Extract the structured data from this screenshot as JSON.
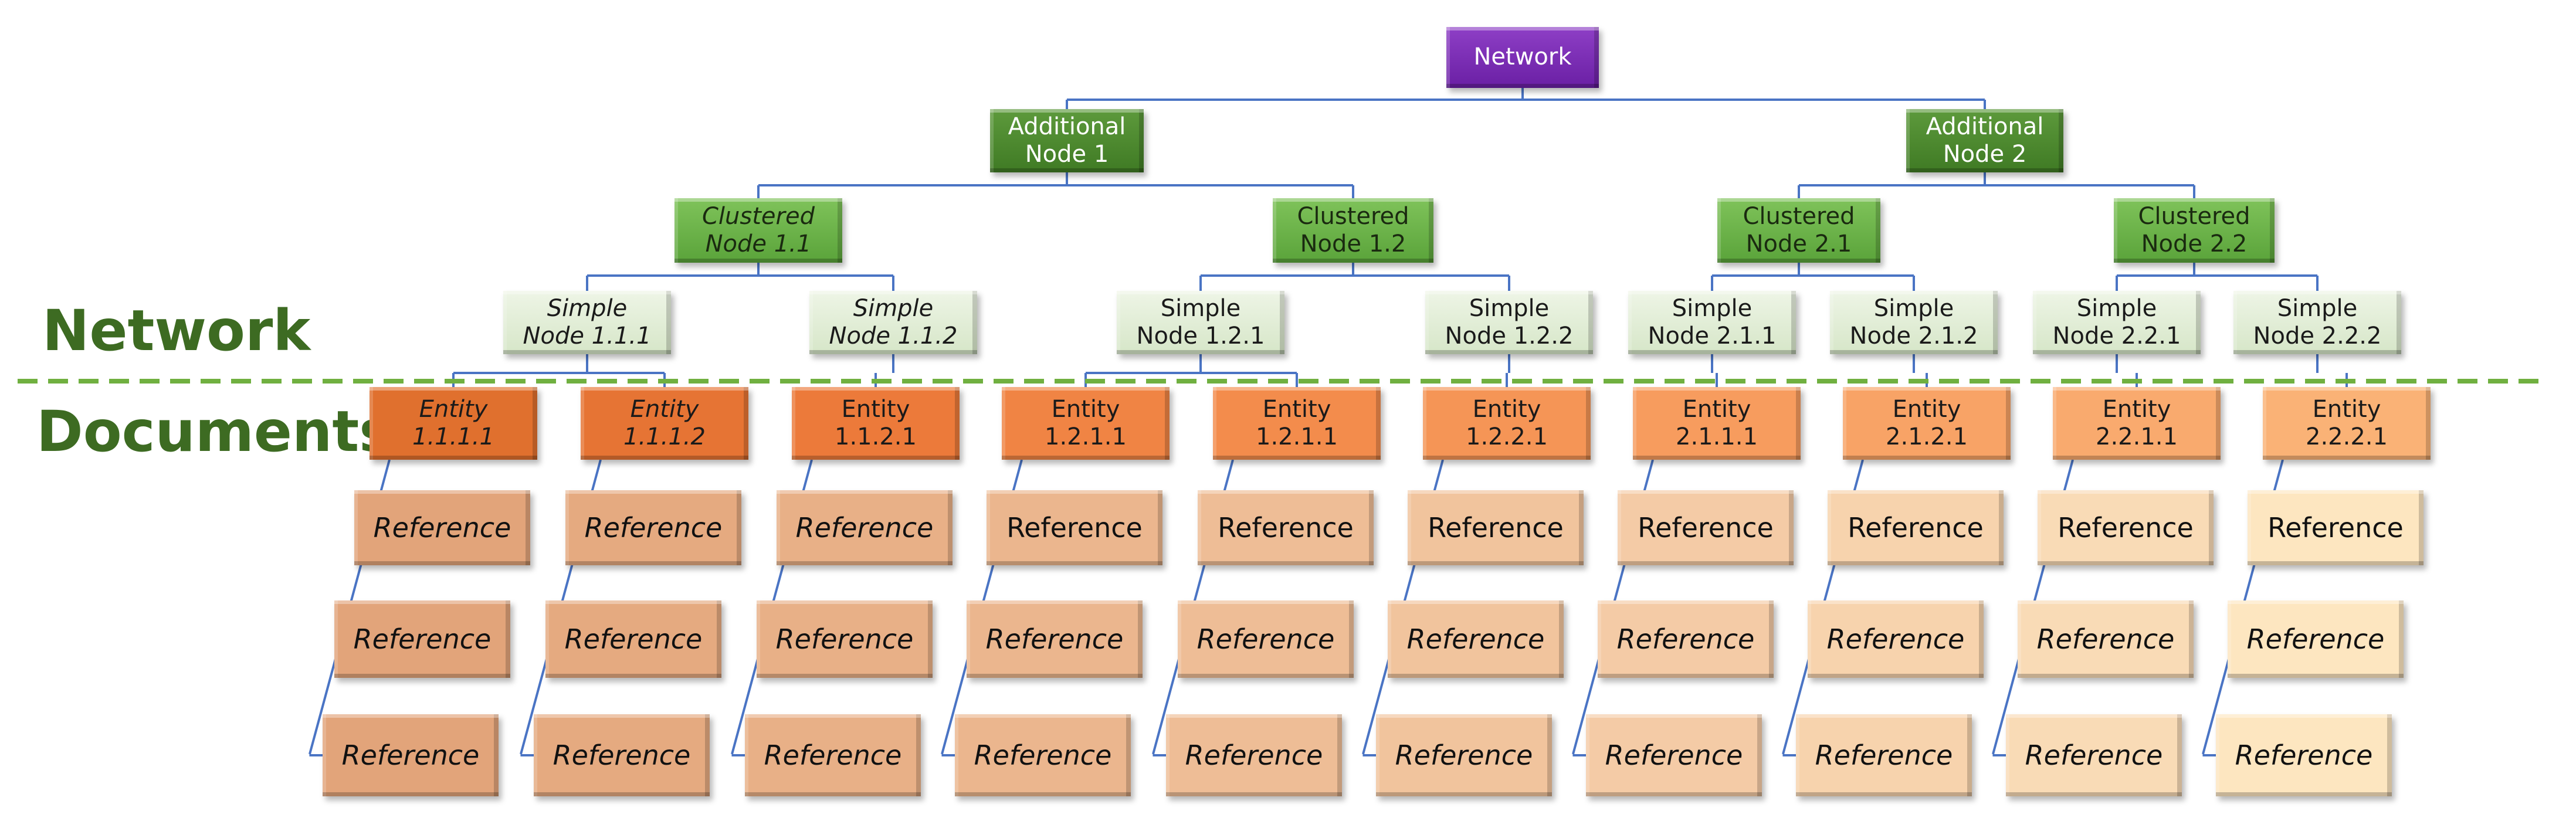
{
  "section_labels": {
    "network": "Network",
    "documents": "Documents"
  },
  "colors": {
    "line": "#4a74c4",
    "divider": "#70b040",
    "label": "#3d6b22",
    "entity_fills": [
      "#e0702e",
      "#e67434",
      "#ec7a3a",
      "#f08444",
      "#f38c4c",
      "#f59556",
      "#f79c5e",
      "#f8a366",
      "#f9aa6e",
      "#fab276"
    ],
    "reference_fills": [
      "#e2a47a",
      "#e5aa80",
      "#e8b087",
      "#ebb68e",
      "#eebd96",
      "#f1c49d",
      "#f4cba6",
      "#f7d3ad",
      "#f9dbb6",
      "#fde6c0"
    ]
  },
  "root": {
    "id": "network",
    "label": "Network",
    "tier": "network"
  },
  "additional": [
    {
      "id": "add1",
      "label": "Additional\nNode 1",
      "tier": "additional"
    },
    {
      "id": "add2",
      "label": "Additional\nNode 2",
      "tier": "additional"
    }
  ],
  "clustered": [
    {
      "id": "c11",
      "label": "Clustered\nNode 1.1",
      "tier": "clustered",
      "italic": true
    },
    {
      "id": "c12",
      "label": "Clustered\nNode 1.2",
      "tier": "clustered",
      "italic": false
    },
    {
      "id": "c21",
      "label": "Clustered\nNode 2.1",
      "tier": "clustered",
      "italic": false
    },
    {
      "id": "c22",
      "label": "Clustered\nNode 2.2",
      "tier": "clustered",
      "italic": false
    }
  ],
  "simple": [
    {
      "id": "s111",
      "label": "Simple\nNode 1.1.1",
      "italic": true
    },
    {
      "id": "s112",
      "label": "Simple\nNode 1.1.2",
      "italic": true
    },
    {
      "id": "s121",
      "label": "Simple\nNode 1.2.1",
      "italic": false
    },
    {
      "id": "s122",
      "label": "Simple\nNode 1.2.2",
      "italic": false
    },
    {
      "id": "s211",
      "label": "Simple\nNode 2.1.1",
      "italic": false
    },
    {
      "id": "s212",
      "label": "Simple\nNode 2.1.2",
      "italic": false
    },
    {
      "id": "s221",
      "label": "Simple\nNode 2.2.1",
      "italic": false
    },
    {
      "id": "s222",
      "label": "Simple\nNode 2.2.2",
      "italic": false
    }
  ],
  "entities": [
    {
      "label": "Entity\n1.1.1.1",
      "italic": true
    },
    {
      "label": "Entity\n1.1.1.2",
      "italic": true
    },
    {
      "label": "Entity\n1.1.2.1",
      "italic": false
    },
    {
      "label": "Entity\n1.2.1.1",
      "italic": false
    },
    {
      "label": "Entity\n1.2.1.1",
      "italic": false
    },
    {
      "label": "Entity\n1.2.2.1",
      "italic": false
    },
    {
      "label": "Entity\n2.1.1.1",
      "italic": false
    },
    {
      "label": "Entity\n2.1.2.1",
      "italic": false
    },
    {
      "label": "Entity\n2.2.1.1",
      "italic": false
    },
    {
      "label": "Entity\n2.2.2.1",
      "italic": false
    }
  ],
  "reference_label": "Reference",
  "references_per_entity": 3
}
